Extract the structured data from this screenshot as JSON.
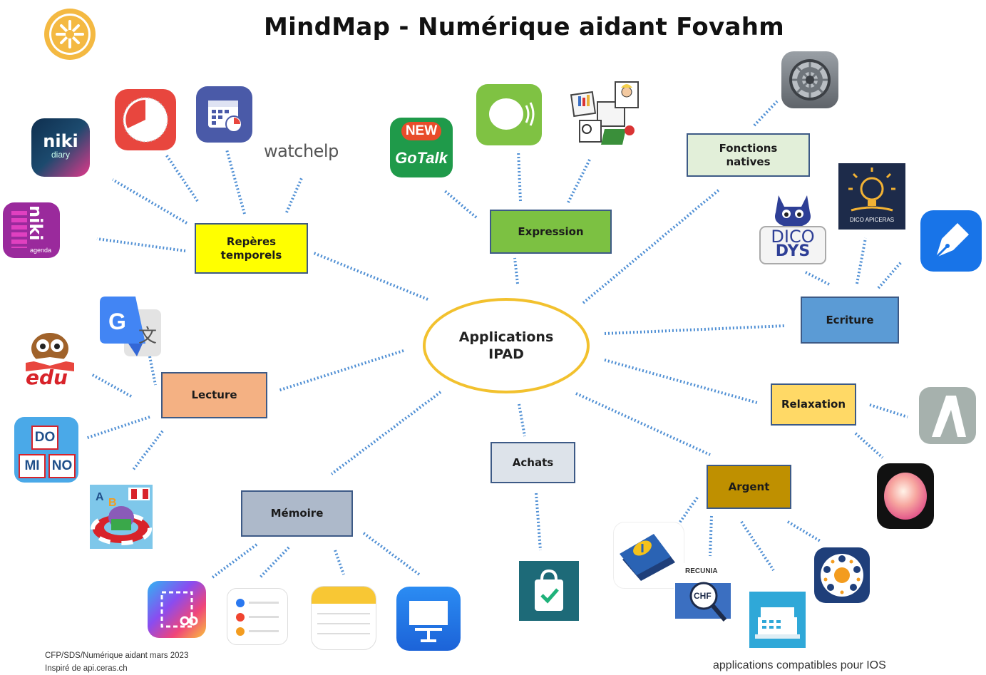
{
  "title": "MindMap - Numérique aidant Fovahm",
  "center": {
    "label": "Applications\nIPAD"
  },
  "nodes": {
    "reperes": "Repères\ntemporels",
    "expression": "Expression",
    "fonctions": "Fonctions\nnatives",
    "ecriture": "Ecriture",
    "relaxation": "Relaxation",
    "argent": "Argent",
    "achats": "Achats",
    "memoire": "Mémoire",
    "lecture": "Lecture"
  },
  "icon_texts": {
    "niki_diary": "niki",
    "niki_diary_sub": "diary",
    "niki_agenda": "niki",
    "niki_agenda_sub": "agenda",
    "watchelp": "watchelp",
    "gotalk_new": "NEW",
    "gotalk": "GoTalk",
    "dico_dys_1": "DICO",
    "dico_dys_2": "DYS",
    "dico_apiceras": "DICO APICERAS",
    "recunia": "RECUNIA",
    "chf": "CHF",
    "domino_do": "DO",
    "domino_mi": "MI",
    "domino_no": "NO",
    "edu": "edu"
  },
  "footer": {
    "line1": "CFP/SDS/Numérique aidant mars 2023",
    "line2": "Inspiré de api.ceras.ch",
    "right": "applications compatibles pour IOS"
  },
  "colors": {
    "center_border": "#f2c12e",
    "reperes": "#ffff00",
    "expression": "#7cc142",
    "fonctions": "#e2efd9",
    "ecriture": "#5b9bd5",
    "relaxation": "#ffd966",
    "argent": "#bf9000",
    "achats": "#dde3ea",
    "memoire": "#adb9ca",
    "lecture": "#f4b183",
    "dotted_line": "#4f8fd4"
  }
}
